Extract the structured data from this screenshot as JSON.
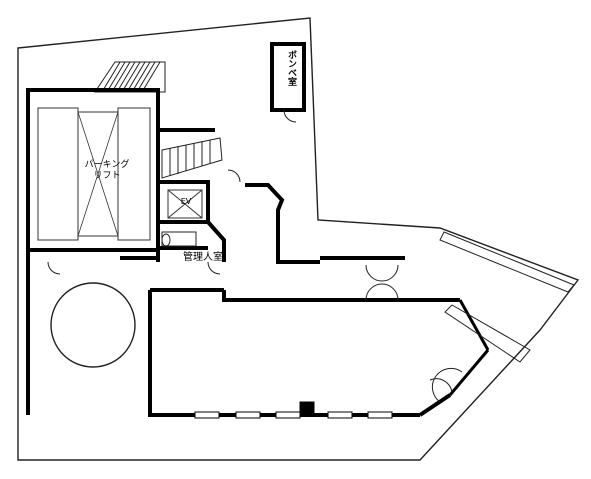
{
  "labels": {
    "parking_lift_line1": "パーキング",
    "parking_lift_line2": "リフト",
    "elevator": "EV",
    "manager_room": "管理人室",
    "gas_cylinder_room": "ボンベ室"
  },
  "colors": {
    "wall": "#000000",
    "line": "#222222",
    "background": "#ffffff"
  }
}
